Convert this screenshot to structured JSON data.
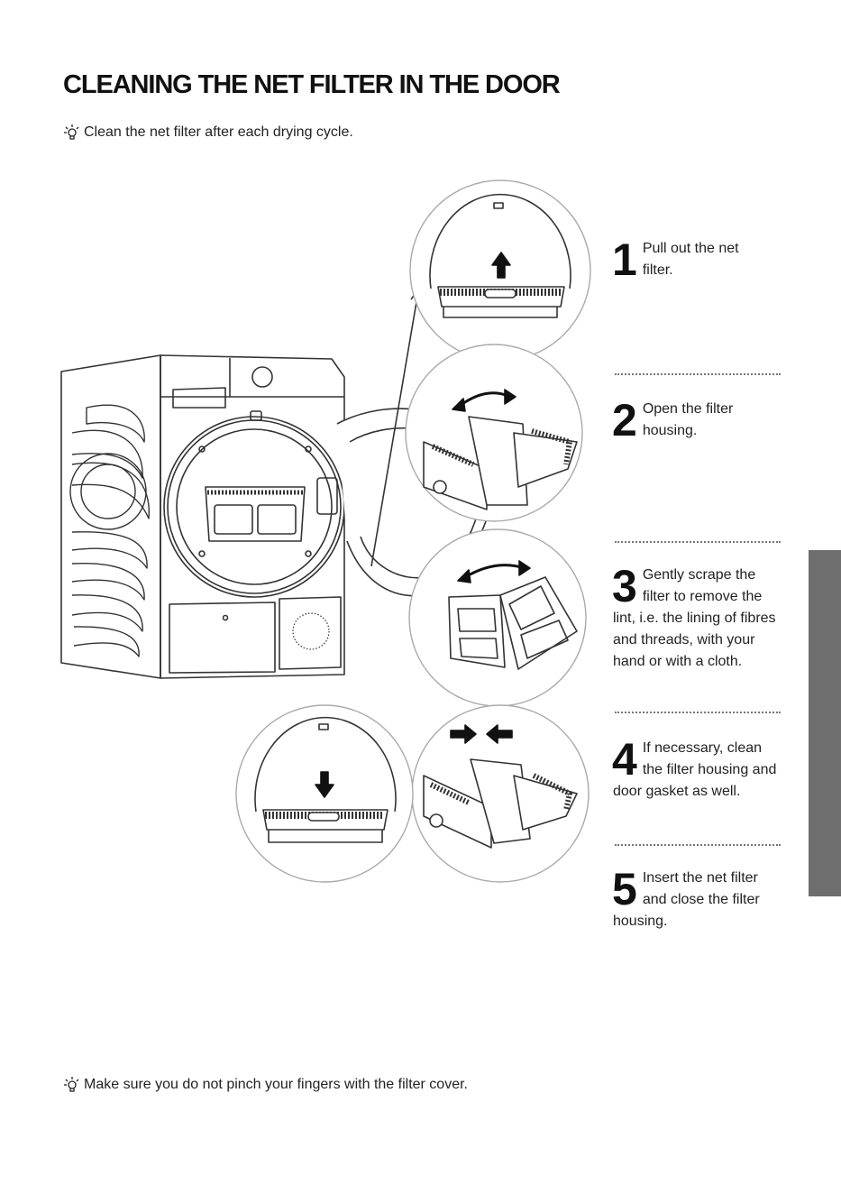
{
  "title": "CLEANING THE NET FILTER IN THE DOOR",
  "tips": {
    "top": "Clean the net filter after each drying cycle.",
    "bottom": "Make sure you do not pinch your fingers with the filter cover."
  },
  "steps": [
    {
      "number": "1",
      "text": "Pull out the net filter."
    },
    {
      "number": "2",
      "text": "Open the filter housing."
    },
    {
      "number": "3",
      "text": "Gently scrape the filter to remove the lint, i.e. the lining of fibres and threads, with your hand or with a cloth."
    },
    {
      "number": "4",
      "text": "If necessary, clean the filter housing and door gasket as well."
    },
    {
      "number": "5",
      "text": "Insert the net filter and close the filter housing."
    }
  ],
  "icons": {
    "tip": "lightbulb-icon",
    "up": "arrow-up-icon",
    "down": "arrow-down-icon",
    "open": "curved-double-arrow-icon",
    "press": "arrows-inward-icon"
  },
  "colors": {
    "text": "#1a1a1a",
    "line": "#333333",
    "tab": "#6e6e6e"
  }
}
